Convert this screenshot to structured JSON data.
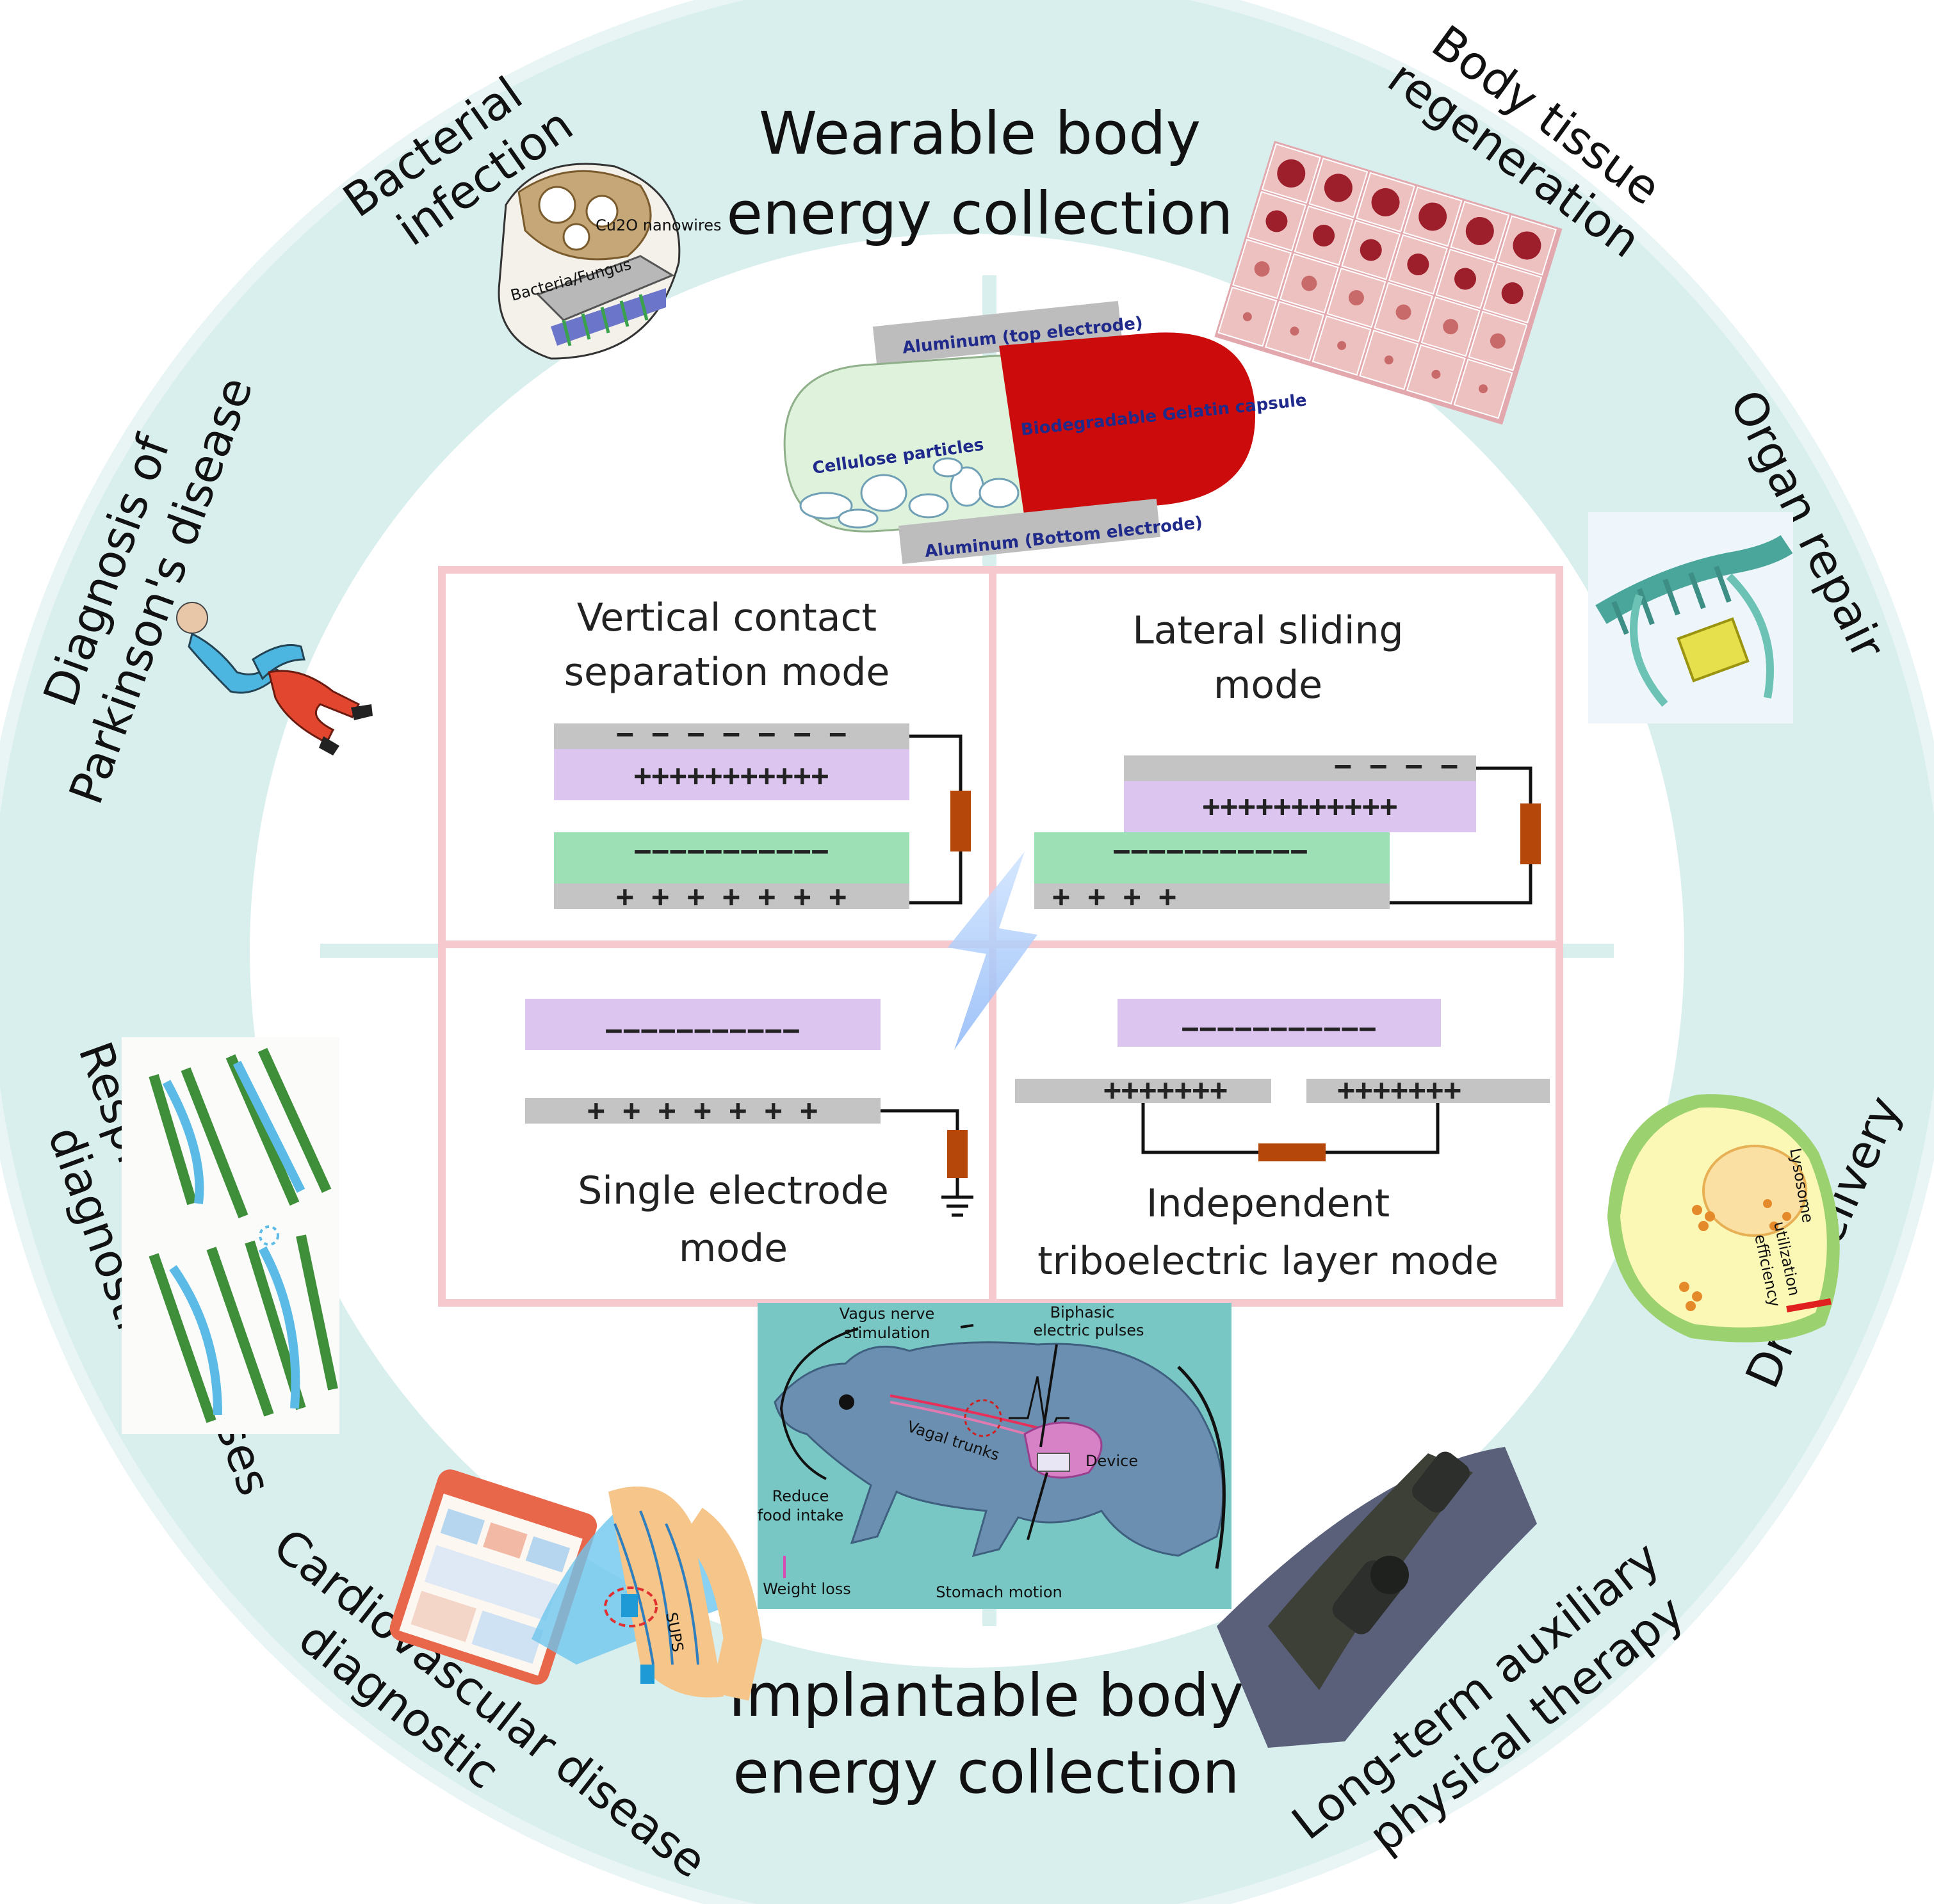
{
  "center": {
    "top_title": [
      "Wearable body",
      "energy collection"
    ],
    "bottom_title": [
      "Implantable body",
      "energy collection"
    ]
  },
  "ring_labels": {
    "bacterial_infection": [
      "Bacterial",
      "infection"
    ],
    "body_tissue_regeneration": [
      "Body tissue",
      "regeneration"
    ],
    "organ_repair": "Organ repair",
    "drug_delivery": "Drug delivery",
    "long_term_therapy": [
      "Long-term auxiliary",
      "physical therapy"
    ],
    "cardiovascular": [
      "Cardiovascular disease",
      "diagnostic"
    ],
    "respiratory": [
      "Respiratory diseases",
      "diagnostic"
    ],
    "parkinsons": [
      "Diagnosis of",
      "Parkinson's disease"
    ]
  },
  "capsule": {
    "top_electrode": "Aluminum (top electrode)",
    "bottom_electrode": "Aluminum (Bottom electrode)",
    "left_label": "Cellulose particles",
    "right_label": "Biodegradable Gelatin capsule"
  },
  "modes": {
    "vertical": [
      "Vertical contact",
      "separation mode"
    ],
    "lateral": [
      "Lateral sliding",
      "mode"
    ],
    "single": [
      "Single electrode",
      "mode"
    ],
    "independent": [
      "Independent",
      "triboelectric layer mode"
    ]
  },
  "rat_diagram": {
    "vagus": [
      "Vagus nerve",
      "stimulation"
    ],
    "biphasic": [
      "Biphasic",
      "electric pulses"
    ],
    "vagal_trunks": "Vagal trunks",
    "device": "Device",
    "reduce": [
      "Reduce",
      "food intake"
    ],
    "weight_loss": "Weight loss",
    "stomach": "Stomach motion"
  },
  "inset_labels": {
    "cu2o": "Cu2O nanowires",
    "bacteria": "Bacteria/Fungus",
    "lysosome": "Lysosome",
    "utilization": "utilization",
    "efficiency": "efficiency",
    "sups": "SUPS"
  },
  "colors": {
    "ring": "#d9efee",
    "panel_border": "#f5c9cd",
    "electrode_gray": "#c4c4c4",
    "layer_purple": "#dcc6ef",
    "layer_green": "#9ee0b5",
    "resistor": "#b5470a",
    "capsule_red": "#cc0c0c",
    "capsule_green": "#dff3dc",
    "rat_bg": "#79c7c5",
    "rat_body": "#6b8fb0"
  }
}
